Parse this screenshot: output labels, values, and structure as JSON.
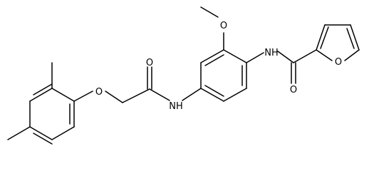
{
  "diagram": {
    "kind": "skeletal-structure",
    "line_color": "#000000",
    "background": "#ffffff",
    "atoms": {
      "ether_o": "O",
      "amide1_o": "O",
      "amide1_nh": "NH",
      "methoxy_o": "O",
      "amide2_nh": "NH",
      "amide2_o": "O",
      "furan_o": "O"
    }
  }
}
